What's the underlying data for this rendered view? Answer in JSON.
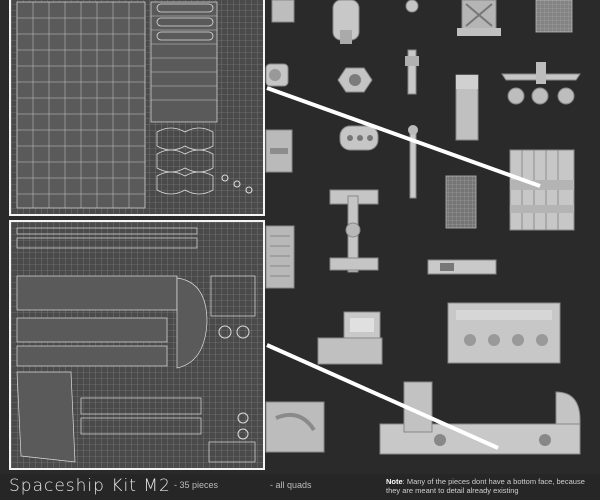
{
  "footer": {
    "title": "Spaceship Kit M2",
    "pieces": "- 35 pieces",
    "quads": "- all quads",
    "note_label": "Note",
    "note_text": ": Many of the pieces dont have a bottom face, because they are meant to detail already existing"
  },
  "colors": {
    "background": "#2a2a2a",
    "panel_fill": "#4a4a4a",
    "panel_border": "#f4f4f4",
    "wire": "#c8c8c8",
    "model": "#cfcfcf",
    "pointer": "#ffffff"
  }
}
